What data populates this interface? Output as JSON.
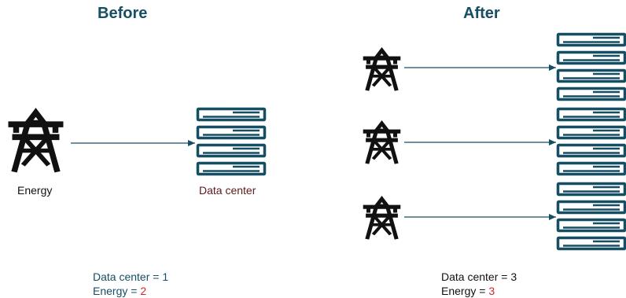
{
  "before": {
    "title": "Before",
    "energy_label": "Energy",
    "datacenter_label": "Data center",
    "stats": {
      "datacenter_text": "Data center = ",
      "datacenter_value": "1",
      "energy_text": "Energy = ",
      "energy_value": "2"
    }
  },
  "after": {
    "title": "After",
    "stats": {
      "datacenter_text": "Data center = ",
      "datacenter_value": "3",
      "energy_text": "Energy = ",
      "energy_value": "3"
    }
  },
  "colors": {
    "heading": "#164e63",
    "server": "#164e63",
    "arrow": "#164e63",
    "tower": "#111111",
    "datacenter_label": "#5b1a1a",
    "highlight": "#dc2626"
  },
  "icons": [
    "transmission-tower-icon",
    "server-rack-icon",
    "arrow-icon"
  ]
}
